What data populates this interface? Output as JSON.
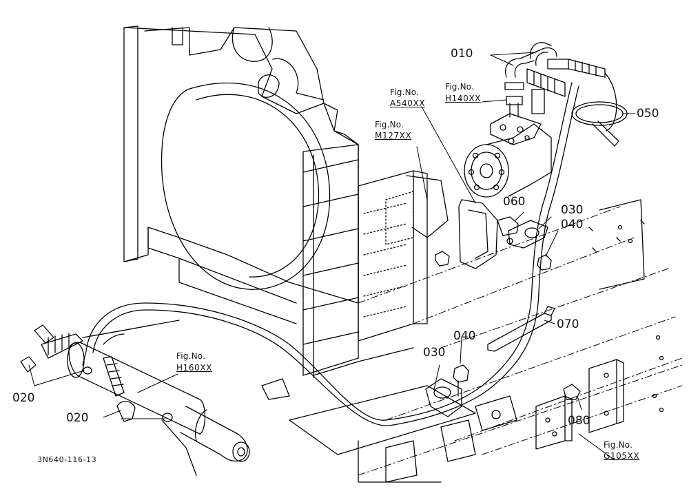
{
  "parts": {
    "p010": "010",
    "p050": "050",
    "p060": "060",
    "p030a": "030",
    "p040a": "040",
    "p070": "070",
    "p040b": "040",
    "p030b": "030",
    "p020a": "020",
    "p020b": "020",
    "p080": "080"
  },
  "figure_refs": {
    "a540": {
      "label": "Fig.No.",
      "code": "A540XX"
    },
    "h140": {
      "label": "Fig.No.",
      "code": "H140XX"
    },
    "m127": {
      "label": "Fig.No.",
      "code": "M127XX"
    },
    "h160": {
      "label": "Fig.No.",
      "code": "H160XX"
    },
    "g105": {
      "label": "Fig.No.",
      "code": "G105XX"
    }
  },
  "drawing_number": "3N640-116-13"
}
